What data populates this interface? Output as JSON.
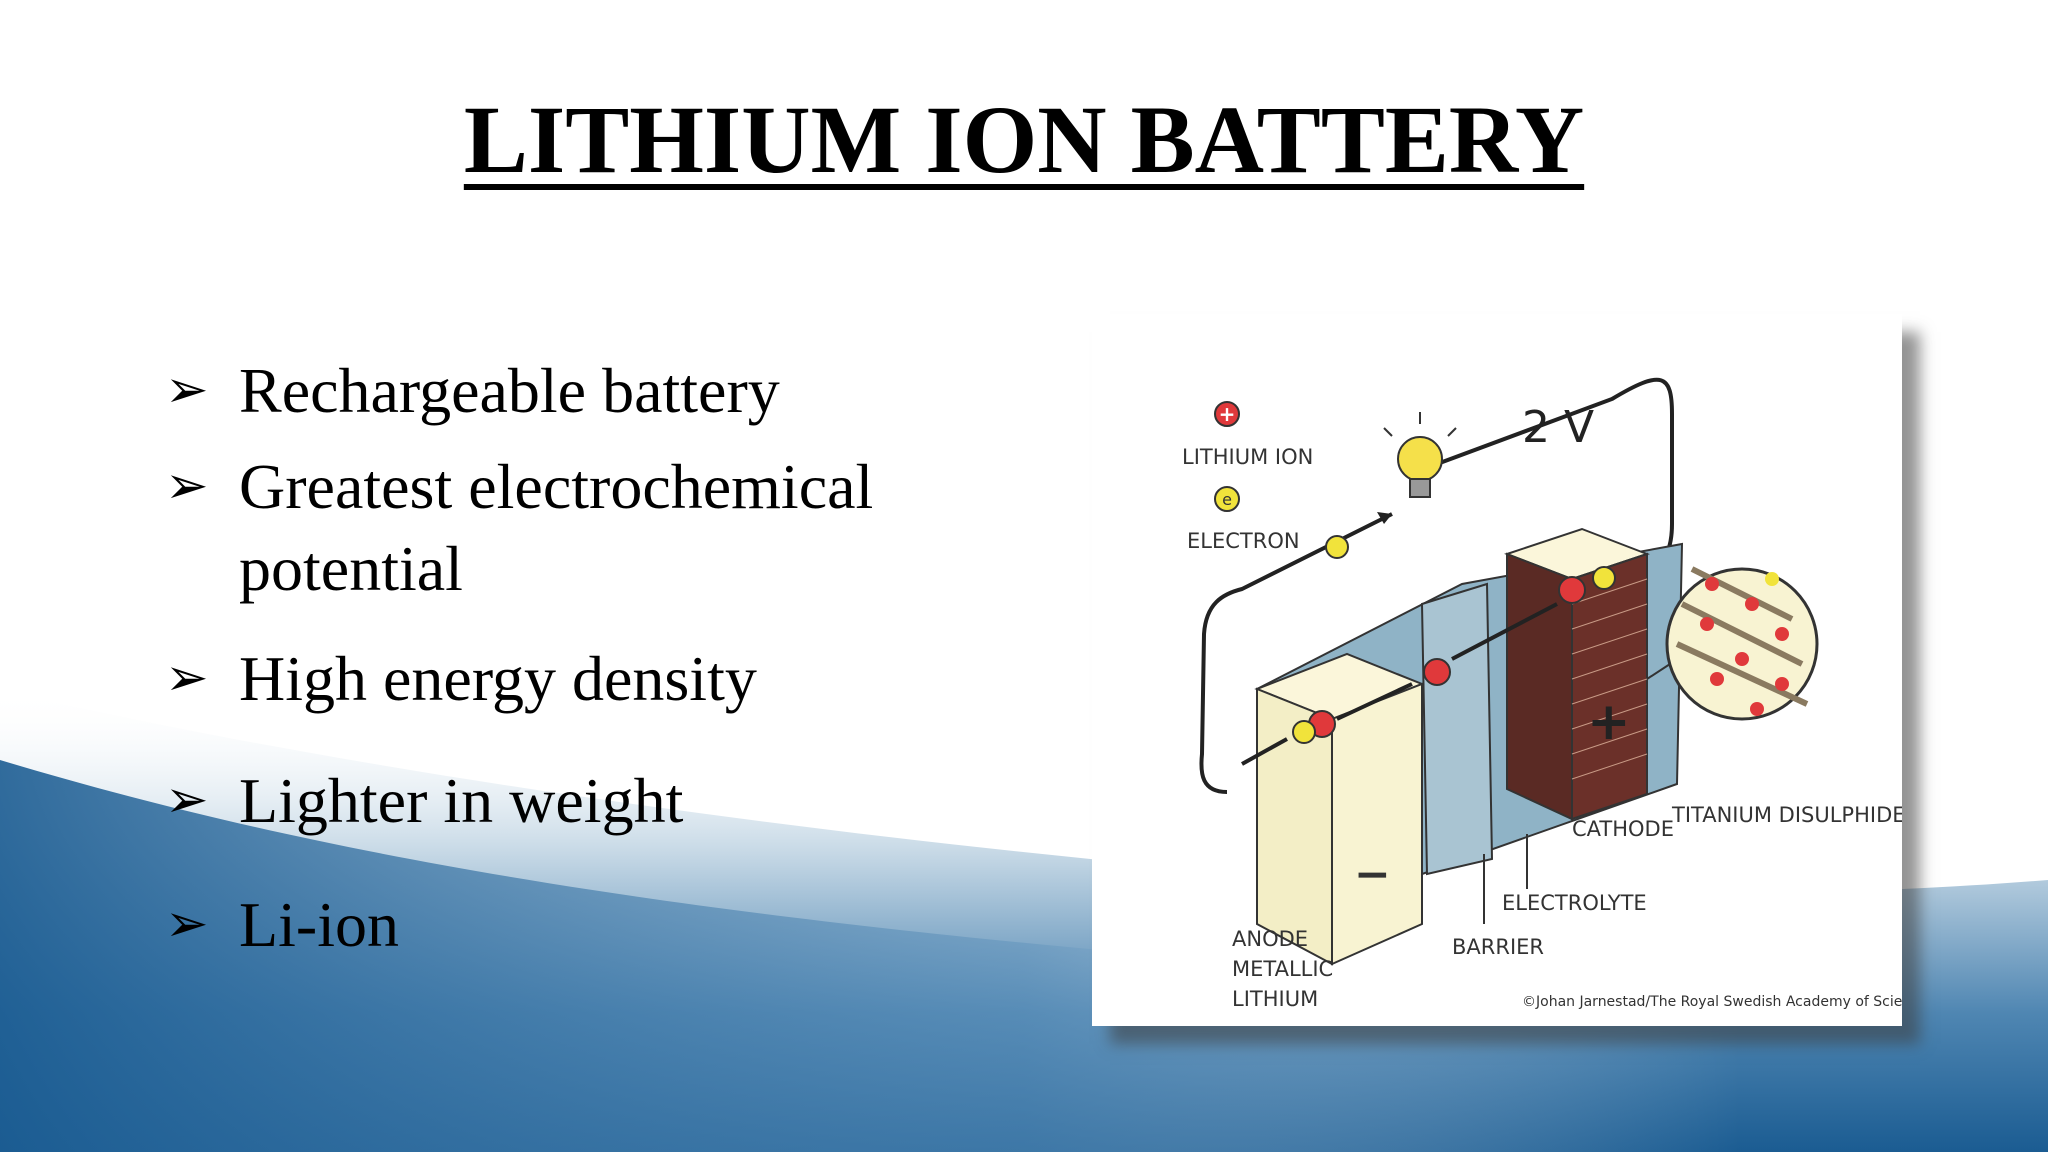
{
  "slide": {
    "title": "LITHIUM ION BATTERY",
    "bullet_marker": "➢",
    "bullets": [
      "Rechargeable battery",
      "Greatest electrochemical",
      "potential",
      "High energy density",
      "Lighter in weight",
      "Li-ion"
    ]
  },
  "figure": {
    "legend_lithium_ion": "LITHIUM ION",
    "legend_electron": "ELECTRON",
    "voltage": "2 V",
    "anode_line1": "ANODE",
    "anode_line2": "METALLIC",
    "anode_line3": "LITHIUM",
    "barrier": "BARRIER",
    "electrolyte": "ELECTROLYTE",
    "cathode": "CATHODE",
    "titanium": "TITANIUM DISULPHIDE",
    "credit": "©Johan Jarnestad/The Royal Swedish Academy of Sciences",
    "plus_glyph": "+",
    "minus_glyph": "−",
    "electron_glyph": "e"
  },
  "colors": {
    "background_blue": "#1f5f95",
    "ion_red": "#e0393b",
    "electron_yellow": "#f1e33b",
    "electrolyte_blue": "#8fb3c6",
    "cream": "#f8f3d2",
    "cathode_brown": "#5a2a24"
  }
}
